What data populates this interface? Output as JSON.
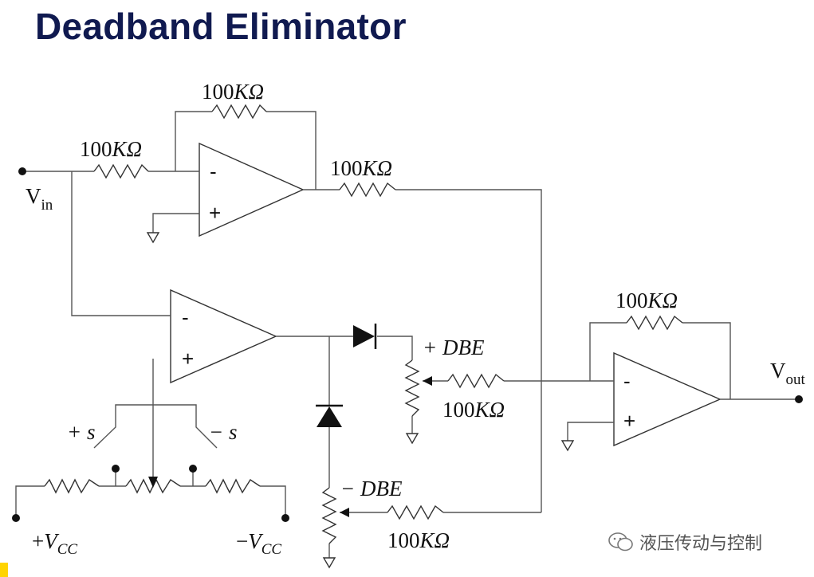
{
  "title": "Deadband Eliminator",
  "labels": {
    "r_feedback_top": {
      "num": "100",
      "unit": "KΩ"
    },
    "r_input_top": {
      "num": "100",
      "unit": "KΩ"
    },
    "r_output_top": {
      "num": "100",
      "unit": "KΩ"
    },
    "r_feedback_right": {
      "num": "100",
      "unit": "KΩ"
    },
    "r_plus_dbe": {
      "num": "100",
      "unit": "KΩ"
    },
    "r_minus_dbe": {
      "num": "100",
      "unit": "KΩ"
    },
    "vin": {
      "main": "V",
      "sub": "in"
    },
    "vout": {
      "main": "V",
      "sub": "out"
    },
    "plus_dbe": "+ DBE",
    "minus_dbe": "− DBE",
    "plus_s": "+ s",
    "minus_s": "− s",
    "plus_vcc": {
      "sign": "+",
      "main": "V",
      "sub": "CC"
    },
    "minus_vcc": {
      "sign": "−",
      "main": "V",
      "sub": "CC"
    },
    "minus_sign": "-",
    "plus_sign": "+"
  },
  "watermark": "液压传动与控制"
}
